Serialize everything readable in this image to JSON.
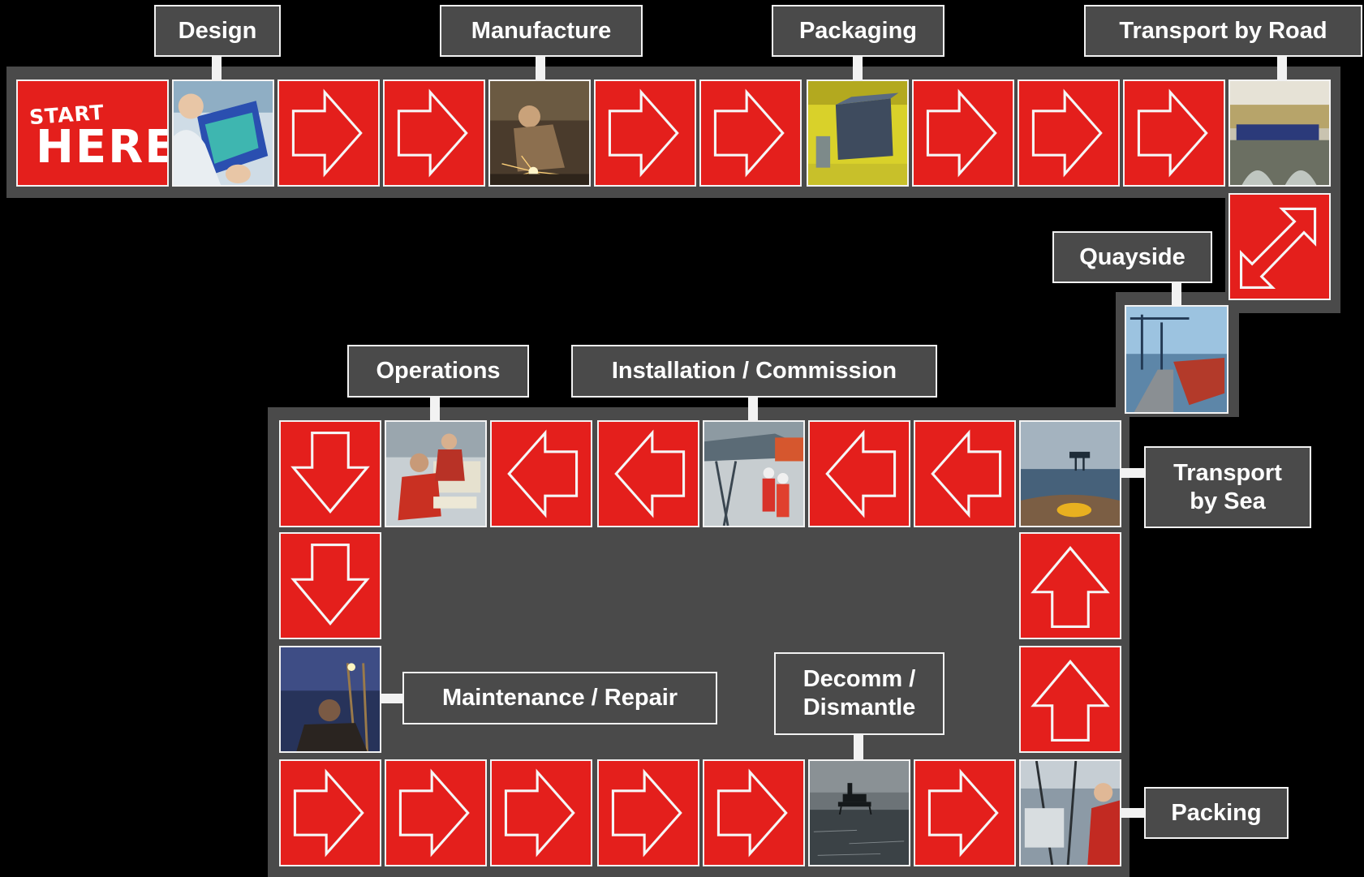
{
  "start": {
    "small": "START",
    "big": "HERE"
  },
  "stages": {
    "design": "Design",
    "manufacture": "Manufacture",
    "packaging": "Packaging",
    "transport_road": "Transport by Road",
    "quayside": "Quayside",
    "transport_sea_line1": "Transport",
    "transport_sea_line2": "by Sea",
    "installation": "Installation / Commission",
    "operations": "Operations",
    "maintenance": "Maintenance / Repair",
    "decomm_line1": "Decomm /",
    "decomm_line2": "Dismantle",
    "packing": "Packing"
  },
  "colors": {
    "tile_red": "#e41f1c",
    "track_gray": "#4a4a4a",
    "background": "#000000",
    "border_white": "#f2f2f2"
  },
  "tiles": [
    {
      "name": "start-here",
      "kind": "start"
    },
    {
      "name": "design-photo",
      "kind": "photo",
      "icon": "design-photo"
    },
    {
      "name": "arrow-right",
      "kind": "arrow",
      "dir": "right"
    },
    {
      "name": "arrow-right",
      "kind": "arrow",
      "dir": "right"
    },
    {
      "name": "manufacture-photo",
      "kind": "photo",
      "icon": "welding-photo"
    },
    {
      "name": "arrow-right",
      "kind": "arrow",
      "dir": "right"
    },
    {
      "name": "arrow-right",
      "kind": "arrow",
      "dir": "right"
    },
    {
      "name": "packaging-photo",
      "kind": "photo",
      "icon": "crate-photo"
    },
    {
      "name": "arrow-right",
      "kind": "arrow",
      "dir": "right"
    },
    {
      "name": "arrow-right",
      "kind": "arrow",
      "dir": "right"
    },
    {
      "name": "arrow-right",
      "kind": "arrow",
      "dir": "right"
    },
    {
      "name": "transport-road-photo",
      "kind": "photo",
      "icon": "truck-photo"
    },
    {
      "name": "arrow-diagonal",
      "kind": "arrow",
      "dir": "diag"
    },
    {
      "name": "quayside-photo",
      "kind": "photo",
      "icon": "harbor-photo"
    },
    {
      "name": "transport-sea-photo",
      "kind": "photo",
      "icon": "sea-rig-photo"
    },
    {
      "name": "arrow-left",
      "kind": "arrow",
      "dir": "left"
    },
    {
      "name": "arrow-left",
      "kind": "arrow",
      "dir": "left"
    },
    {
      "name": "installation-photo",
      "kind": "photo",
      "icon": "platform-workers-photo"
    },
    {
      "name": "arrow-left",
      "kind": "arrow",
      "dir": "left"
    },
    {
      "name": "arrow-left",
      "kind": "arrow",
      "dir": "left"
    },
    {
      "name": "operations-photo",
      "kind": "photo",
      "icon": "control-room-photo"
    },
    {
      "name": "arrow-down",
      "kind": "arrow",
      "dir": "down"
    },
    {
      "name": "arrow-down",
      "kind": "arrow",
      "dir": "down"
    },
    {
      "name": "maintenance-photo",
      "kind": "photo",
      "icon": "night-worker-photo"
    },
    {
      "name": "arrow-right",
      "kind": "arrow",
      "dir": "right"
    },
    {
      "name": "arrow-right",
      "kind": "arrow",
      "dir": "right"
    },
    {
      "name": "arrow-right",
      "kind": "arrow",
      "dir": "right"
    },
    {
      "name": "arrow-right",
      "kind": "arrow",
      "dir": "right"
    },
    {
      "name": "arrow-right",
      "kind": "arrow",
      "dir": "right"
    },
    {
      "name": "decomm-photo",
      "kind": "photo",
      "icon": "rig-silhouette-photo"
    },
    {
      "name": "arrow-right",
      "kind": "arrow",
      "dir": "right"
    },
    {
      "name": "packing-photo",
      "kind": "photo",
      "icon": "deck-crew-photo"
    },
    {
      "name": "arrow-up",
      "kind": "arrow",
      "dir": "up"
    },
    {
      "name": "arrow-up",
      "kind": "arrow",
      "dir": "up"
    }
  ]
}
